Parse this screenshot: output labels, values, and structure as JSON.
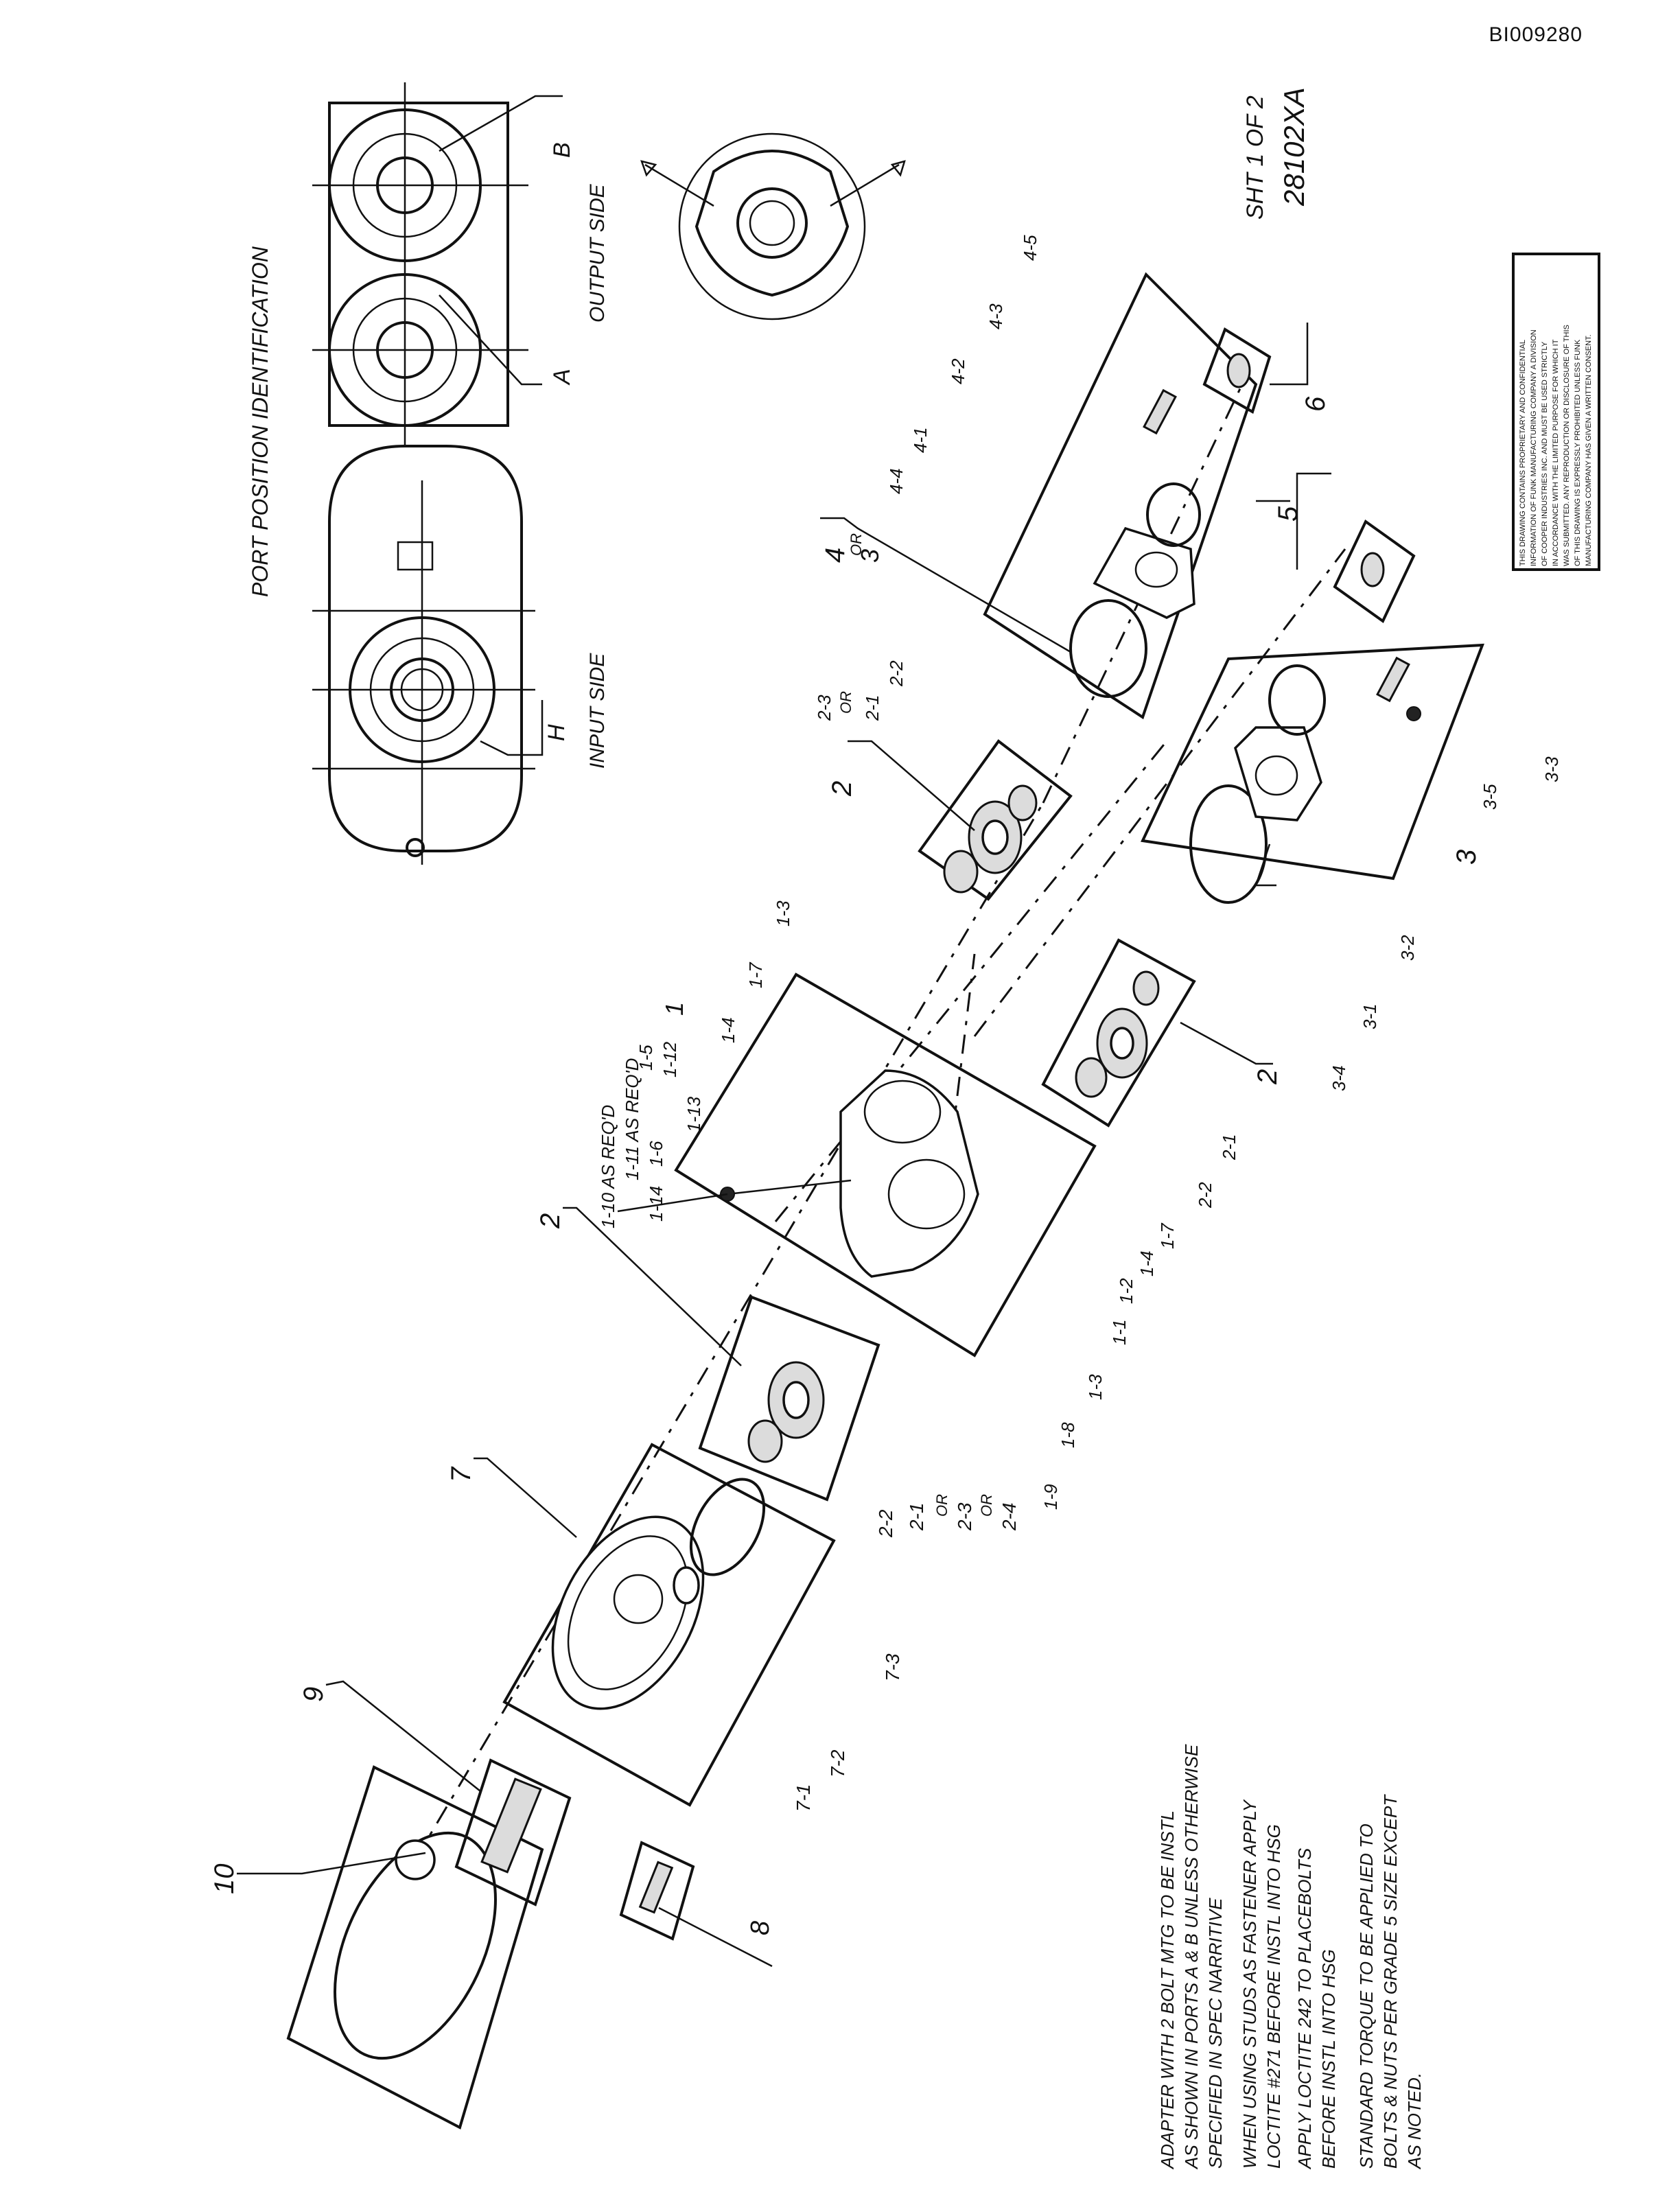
{
  "doc_id": "BI009280",
  "sheet": {
    "line1": "SHT 1 OF 2",
    "line2": "28102XA"
  },
  "port_section": {
    "title": "PORT POSITION IDENTIFICATION",
    "input_side": "INPUT SIDE",
    "output_side": "OUTPUT SIDE",
    "port_h": "H",
    "port_a": "A",
    "port_b": "B"
  },
  "notes": {
    "n1a": "ADAPTER WITH 2 BOLT MTG TO BE INSTL",
    "n1b": "AS SHOWN IN PORTS A & B UNLESS OTHERWISE",
    "n1c": "SPECIFIED IN SPEC NARRITIVE",
    "n2a": "WHEN USING STUDS AS FASTENER APPLY",
    "n2b": "LOCTITE #271 BEFORE INSTL INTO HSG",
    "n3a": "APPLY LOCTITE 242 TO PLACEBOLTS",
    "n3b": "BEFORE INSTL INTO HSG",
    "n4a": "STANDARD TORQUE TO BE APPLIED TO",
    "n4b": "BOLTS & NUTS PER GRADE 5 SIZE EXCEPT",
    "n4c": "AS NOTED."
  },
  "proprietary": {
    "l1": "THIS DRAWING CONTAINS PROPRIETARY AND CONFIDENTIAL",
    "l2": "INFORMATION OF FUNK MANUFACTURING COMPANY A DIVISION",
    "l3": "OF COOPER INDUSTRIES INC. AND MUST BE USED STRICTLY",
    "l4": "IN ACCORDANCE WITH THE LIMITED PURPOSE FOR WHICH IT",
    "l5": "WAS SUBMITTED. ANY REPRODUCTION OR DISCLOSURE OF THIS",
    "l6": "OF THIS DRAWING IS EXPRESSLY PROHIBITED UNLESS FUNK",
    "l7": "MANUFACTURING COMPANY HAS GIVEN A WRITTEN CONSENT."
  },
  "callouts": {
    "c10": "10",
    "c9": "9",
    "c8": "8",
    "c7": "7",
    "c7_1": "7-1",
    "c7_2": "7-2",
    "c7_3": "7-3",
    "c2a": "2",
    "c2_1": "2-1",
    "c2_2": "2-2",
    "c2_3": "2-3",
    "c2_4": "2-4",
    "or": "OR",
    "c1": "1",
    "c1_10": "1-10 AS REQ'D",
    "c1_11": "1-11 AS REQ'D",
    "c1_14": "1-14",
    "c1_6": "1-6",
    "c1_5": "1-5",
    "c1_12": "1-12",
    "c1_13": "1-13",
    "c1_4": "1-4",
    "c1_7": "1-7",
    "c1_3": "1-3",
    "c1_1": "1-1",
    "c1_2": "1-2",
    "c1_8": "1-8",
    "c1_9": "1-9",
    "c3": "3",
    "c3_1": "3-1",
    "c3_2": "3-2",
    "c3_3": "3-3",
    "c3_4": "3-4",
    "c3_5": "3-5",
    "c4": "4",
    "c4_1": "4-1",
    "c4_2": "4-2",
    "c4_3": "4-3",
    "c4_4": "4-4",
    "c4_5": "4-5",
    "c5": "5",
    "c6": "6"
  }
}
